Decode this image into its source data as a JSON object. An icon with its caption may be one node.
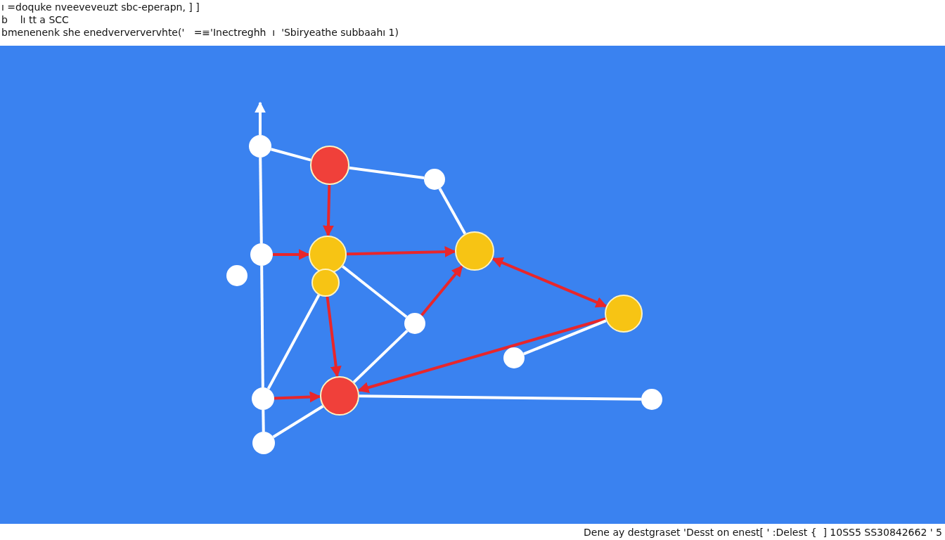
{
  "diagram": {
    "nodes": [
      {
        "text": [],
        "shape": "circle"
      },
      {
        "text": [],
        "shape": "circle"
      },
      {
        "text": [],
        "shape": "circle"
      },
      {
        "text": [],
        "shape": "circle"
      },
      {
        "text": [],
        "shape": "circle"
      },
      {
        "text": [],
        "shape": "circle"
      },
      {
        "text": [],
        "shape": "circle"
      },
      {
        "text": [],
        "shape": "circle"
      },
      {
        "text": [],
        "shape": "circle"
      },
      {
        "text": [],
        "shape": "circle"
      },
      {
        "text": [],
        "shape": "circle"
      },
      {
        "text": [],
        "shape": "circle"
      },
      {
        "text": [],
        "shape": "circle"
      },
      {
        "text": [],
        "shape": "circle"
      },
      {
        "text": [],
        "shape": "circle"
      }
    ],
    "edges": [
      {
        "from": 14,
        "to": 11,
        "arrow": "none"
      },
      {
        "from": 11,
        "to": 3,
        "arrow": "none"
      },
      {
        "from": 3,
        "to": 0,
        "arrow": "none"
      },
      {
        "from": 0,
        "to": null,
        "arrow": "to"
      },
      {
        "from": 0,
        "to": 1,
        "arrow": "none"
      },
      {
        "from": 1,
        "to": 2,
        "arrow": "none"
      },
      {
        "from": 2,
        "to": 5,
        "arrow": "none"
      },
      {
        "from": 1,
        "to": 4,
        "arrow": "to",
        "color": "#e8262b"
      },
      {
        "from": 3,
        "to": 4,
        "arrow": "to",
        "color": "#e8262b"
      },
      {
        "from": 4,
        "to": 5,
        "arrow": "to",
        "color": "#e8262b"
      },
      {
        "from": 4,
        "to": 8,
        "arrow": "none"
      },
      {
        "from": 7,
        "to": 11,
        "arrow": "none"
      },
      {
        "from": 7,
        "to": 12,
        "arrow": "to",
        "color": "#e8262b"
      },
      {
        "from": 8,
        "to": 5,
        "arrow": "to",
        "color": "#e8262b"
      },
      {
        "from": 8,
        "to": 12,
        "arrow": "none"
      },
      {
        "from": 5,
        "to": 9,
        "arrow": "both",
        "color": "#e8262b"
      },
      {
        "from": 9,
        "to": 12,
        "arrow": "to",
        "color": "#e8262b"
      },
      {
        "from": 10,
        "to": 9,
        "arrow": "none"
      },
      {
        "from": 11,
        "to": 12,
        "arrow": "to",
        "color": "#e8262b"
      },
      {
        "from": 12,
        "to": 13,
        "arrow": "none"
      },
      {
        "from": 12,
        "to": 14,
        "arrow": "none"
      }
    ],
    "labels": [
      "ı =doquke nveeveveuzt sbc-eperapn, ] ]",
      "b    lı tt a SCC",
      "bmenenenk she enedverververvhte('   =≡'Inectreghh  ı  'Sbiryeathe subbaahı 1)",
      "Dene ay destgraset 'Desst on enest[ ' :Delest {  ] 10SS5 SS30842662 ' 5"
    ]
  }
}
